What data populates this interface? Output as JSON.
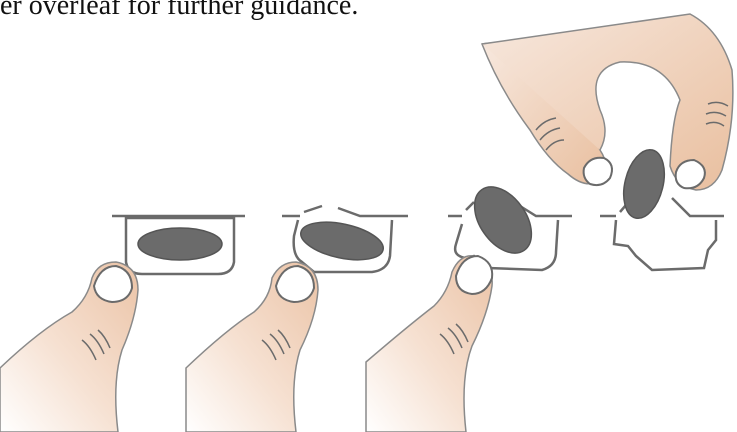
{
  "caption": "er overleaf for further guidance.",
  "colors": {
    "skin_light": "#f8ebe2",
    "skin_shade": "#ecc5a8",
    "outline": "#6b6b6b",
    "nail": "#ffffff",
    "tablet": "#6b6b6b",
    "blister": "#ffffff"
  },
  "steps": [
    {
      "name": "step-1-tablet-in-blister",
      "icon": "thumb-pressing-icon"
    },
    {
      "name": "step-2-tablet-pushed",
      "icon": "thumb-pressing-icon"
    },
    {
      "name": "step-3-foil-breaking",
      "icon": "thumb-pressing-icon"
    },
    {
      "name": "step-4-tablet-removed",
      "icon": "fingers-picking-icon"
    }
  ]
}
